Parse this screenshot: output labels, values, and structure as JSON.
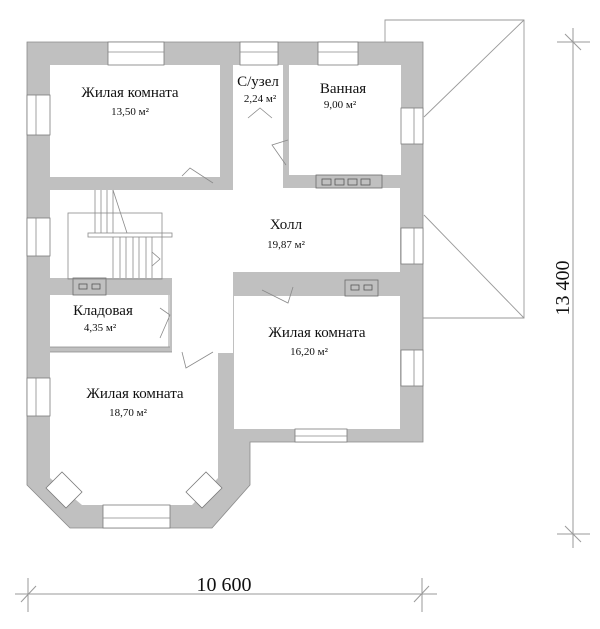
{
  "plan": {
    "rooms": [
      {
        "id": "living-1",
        "name": "Жилая комната",
        "area": "13,50 м²"
      },
      {
        "id": "wc",
        "name": "С/узел",
        "area": "2,24 м²"
      },
      {
        "id": "bath",
        "name": "Ванная",
        "area": "9,00 м²"
      },
      {
        "id": "hall",
        "name": "Холл",
        "area": "19,87 м²"
      },
      {
        "id": "storage",
        "name": "Кладовая",
        "area": "4,35 м²"
      },
      {
        "id": "living-2",
        "name": "Жилая комната",
        "area": "16,20 м²"
      },
      {
        "id": "living-3",
        "name": "Жилая комната",
        "area": "18,70 м²"
      }
    ],
    "dimensions": {
      "width": "10 600",
      "height": "13 400"
    },
    "colors": {
      "wall": "#c0c0c0",
      "floor": "#ffffff",
      "line": "#8a8a8a"
    }
  }
}
